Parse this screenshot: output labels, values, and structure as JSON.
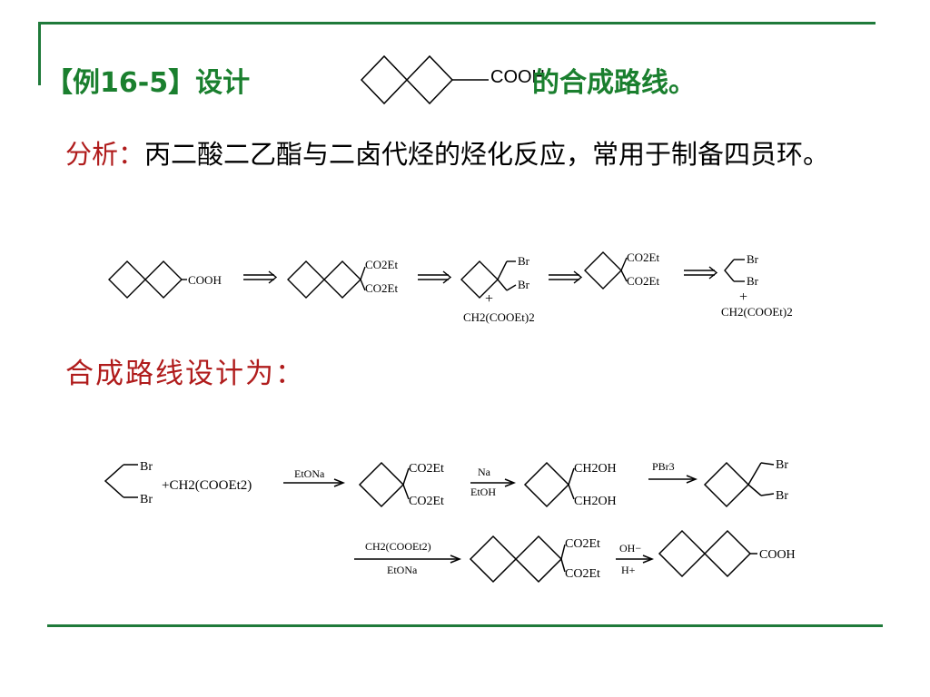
{
  "title": {
    "prefix": "【例16-5】设计",
    "group": "COOH",
    "suffix": "的合成路线。"
  },
  "analysis": {
    "label": "分析：",
    "text": "丙二酸二乙酯与二卤代烃的烃化反应，常用于制备四员环。"
  },
  "retrosynthesis": {
    "cooh": "COOH",
    "co2et": "CO2Et",
    "br": "Br",
    "plus": "+",
    "malonate": "CH2(COOEt)2"
  },
  "route_title": "合成路线设计为：",
  "synthesis": {
    "br": "Br",
    "reagent_malonate": "+CH2(COOEt2)",
    "etona": "EtONa",
    "co2et": "CO2Et",
    "na": "Na",
    "etoh": "EtOH",
    "ch2oh": "CH2OH",
    "pbr3": "PBr3",
    "malonate2": "CH2(COOEt2)",
    "oh_minus": "OH−",
    "h_plus": "H+",
    "cooh": "COOH"
  }
}
